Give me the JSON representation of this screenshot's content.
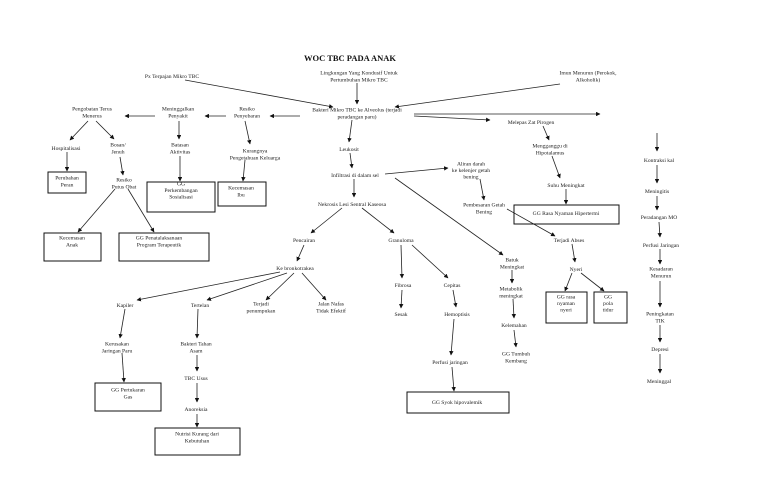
{
  "title": "WOC TBC PADA ANAK",
  "nodes": {
    "px_terpajan": [
      "Px Terpajan Mikro TBC"
    ],
    "lingkungan": [
      "Lingkungan Yang Kondusif Untuk",
      "Pertumbuhan Mikro TBC"
    ],
    "imun": [
      "Imun Menurun (Perokok,",
      "Alkoholik)"
    ],
    "bakteri": [
      "Bakteri Mikro TBC ke Alveolus (terjadi",
      "peradangan paru)"
    ],
    "pengobatan": [
      "Pengobatan Terus",
      "Menerus"
    ],
    "meninggalkan": [
      "Meninggalkan",
      "Penyakit"
    ],
    "resiko_penyebaran": [
      "Resiko",
      "Penyebaran"
    ],
    "melepas": [
      "Melepas Zat Pirogen"
    ],
    "hospitalisasi": [
      "Hospitalisasi"
    ],
    "bosan": [
      "Bosan/",
      "Jenuh"
    ],
    "batasan": [
      "Batasan",
      "Aktivitas"
    ],
    "kurangnya": [
      "Kurangnya",
      "Pengetahuan Keluarga"
    ],
    "leukosit": [
      "Leukosit"
    ],
    "mengganggu": [
      "Mengganggu di",
      "Hipotalamus"
    ],
    "perubahan": [
      "Perubahan",
      "Peran"
    ],
    "resiko_putus": [
      "Resiko",
      "Putus Obat"
    ],
    "gg_perkembangan": [
      "GG",
      "Perkembangan",
      "Sosialisasi"
    ],
    "kecemasan_ibu": [
      "Kecemasan",
      "Ibu"
    ],
    "infiltrasi": [
      "Infiltrasi di dalam sel"
    ],
    "aliran": [
      "Aliran darah",
      "ke kelenjer getah",
      "bening"
    ],
    "suhu": [
      "Suhu Meningkat"
    ],
    "pembesaran": [
      "Pembesaran Getah",
      "Bening"
    ],
    "gg_rasa_hipertermi": [
      "GG Rasa Nyaman Hipertermi"
    ],
    "nekrosis": [
      "Nekrosis  Lesi Sentral Kaseosa"
    ],
    "terjadi_abses": [
      "Terjadi Abses"
    ],
    "kecemasan_anak": [
      "Kecemasan",
      "Anak"
    ],
    "gg_penatalaksanaan": [
      "GG Penatalaksanaan",
      "Program Terapeutik"
    ],
    "pencairan": [
      "Pencairan"
    ],
    "granuloma": [
      "Granuloma"
    ],
    "batuk": [
      "Batuk",
      "Meningkat"
    ],
    "nyeri": [
      "Nyeri"
    ],
    "ke_bronkotrakea": [
      "Ke bronkotrakea"
    ],
    "fibrosa": [
      "Fibrosa"
    ],
    "cepitas": [
      "Cepitas"
    ],
    "metabolik": [
      "Metabolik",
      "meningkat"
    ],
    "gg_rasa_nyeri": [
      "GG rasa",
      "nyaman",
      "nyeri"
    ],
    "gg_pola_tidur": [
      "GG",
      "pola",
      "tidur"
    ],
    "kapiler": [
      "Kapiler"
    ],
    "tertelan": [
      "Tertelan"
    ],
    "terjadi_penumpukan": [
      "Terjadi",
      "penumpukan"
    ],
    "jalan_nafas": [
      "Jalan Nafas",
      "Tidak Efektif"
    ],
    "sesak": [
      "Sesak"
    ],
    "hemoptisis": [
      "Hemoptisis"
    ],
    "kelemahan": [
      "Kelemahan"
    ],
    "kerusakan": [
      "Kerusakan",
      "Jaringan Paru"
    ],
    "bakteri_tahan": [
      "Bakteri Tahan",
      "Asam"
    ],
    "gg_tumbuh": [
      "GG Tumbuh",
      "Kembang"
    ],
    "perfusi_jaringan": [
      "Perfusi jaringan"
    ],
    "tbc_usus": [
      "TBC Usus"
    ],
    "gg_syok": [
      "GG Syok hipovalemik"
    ],
    "gg_pertukaran": [
      "GG Pertukaran",
      "Gas"
    ],
    "anoreksia": [
      "Anoreksia"
    ],
    "nutrisi": [
      "Nutrisi Kurang dari",
      "Kebutuhan"
    ],
    "kontraksi": [
      "Kontraksi kal"
    ],
    "meningitis": [
      "Meningitis"
    ],
    "peradangan": [
      "Peradangan MO"
    ],
    "perfusi_jar_r": [
      "Perfusi Jaringan"
    ],
    "kesadaran": [
      "Kesadaran",
      "Menurun"
    ],
    "peningkatan": [
      "Peningkatan",
      "TIK"
    ],
    "depresi": [
      "Depresi"
    ],
    "meninggal": [
      "Meninggal"
    ]
  }
}
